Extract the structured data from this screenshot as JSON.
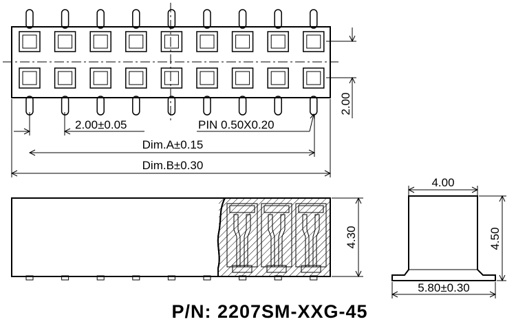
{
  "drawing": {
    "part_number": "P/N: 2207SM-XXG-45",
    "dimensions": {
      "pitch_vertical": "2.00",
      "pitch_horizontal": "2.00±0.05",
      "pin_size": "PIN 0.50X0.20",
      "dim_a": "Dim.A±0.15",
      "dim_b": "Dim.B±0.30",
      "height": "4.30",
      "end_width": "4.00",
      "end_height": "4.50",
      "footprint_width": "5.80±0.30"
    }
  }
}
